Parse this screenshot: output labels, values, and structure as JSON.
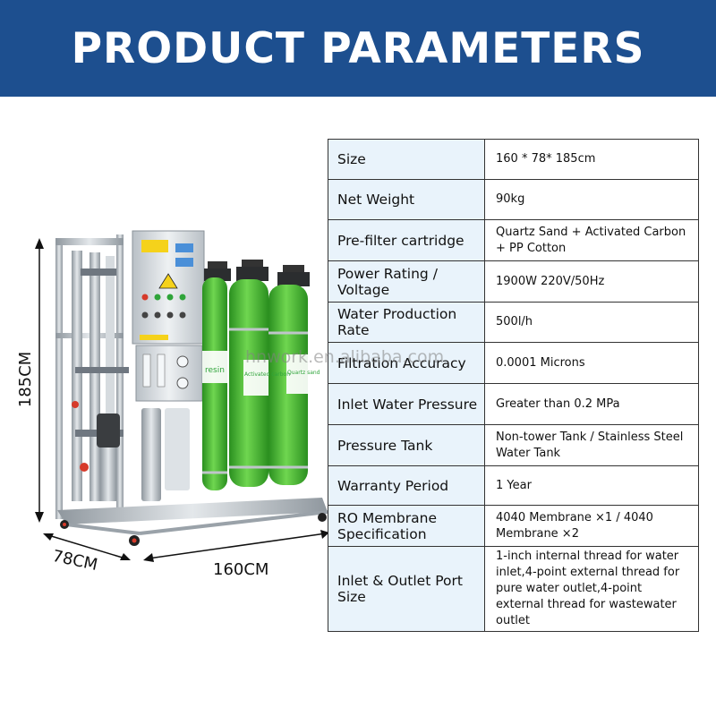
{
  "banner": {
    "title": "PRODUCT PARAMETERS",
    "color": "#1d4f8f"
  },
  "dimensions": {
    "height": "185CM",
    "depth": "78CM",
    "width": "160CM"
  },
  "machine": {
    "tank_labels": [
      "resin",
      "Activated carbon",
      "Quartz sand"
    ],
    "tank_color": "#3fb82e",
    "frame_color": "#c9ced3"
  },
  "watermark": "hnwork.en.alibaba.com",
  "params": {
    "rows": [
      {
        "label": "Size",
        "value": "160 * 78* 185cm"
      },
      {
        "label": "Net Weight",
        "value": "90kg"
      },
      {
        "label": "Pre-filter cartridge",
        "value": "Quartz Sand + Activated Carbon + PP Cotton"
      },
      {
        "label": "Power Rating / Voltage",
        "value": "1900W 220V/50Hz"
      },
      {
        "label": "Water Production Rate",
        "value": "500l/h"
      },
      {
        "label": "Filtration Accuracy",
        "value": "0.0001 Microns"
      },
      {
        "label": "Inlet Water Pressure",
        "value": "Greater than 0.2 MPa"
      },
      {
        "label": "Pressure Tank",
        "value": "Non-tower Tank / Stainless Steel Water Tank"
      },
      {
        "label": "Warranty Period",
        "value": "1 Year"
      },
      {
        "label": "RO Membrane Specification",
        "value": "4040 Membrane ×1 / 4040 Membrane ×2"
      },
      {
        "label": "Inlet & Outlet Port Size",
        "value": "1-inch internal thread for water inlet,4-point external thread for pure water outlet,4-point external thread for wastewater outlet"
      }
    ]
  }
}
